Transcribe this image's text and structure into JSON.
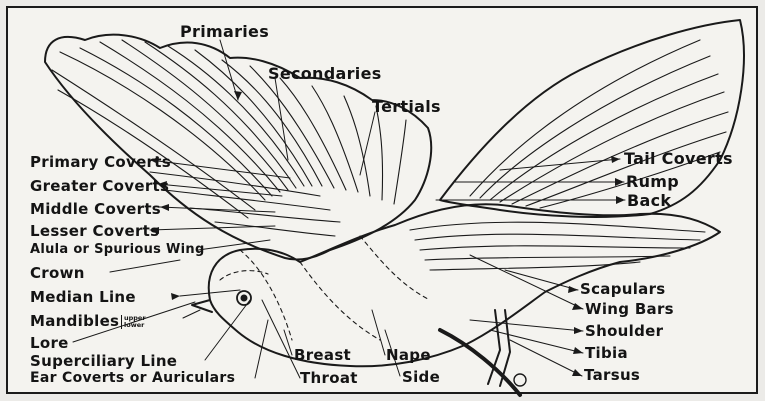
{
  "labels": {
    "primaries": "Primaries",
    "secondaries": "Secondaries",
    "tertials": "Tertials",
    "primary_coverts": "Primary Coverts",
    "greater_coverts": "Greater Coverts",
    "middle_coverts": "Middle Coverts",
    "lesser_coverts": "Lesser Coverts",
    "alula": "Alula or Spurious Wing",
    "crown": "Crown",
    "median_line": "Median Line",
    "mandibles": "Mandibles",
    "mandibles_upper": "upper",
    "mandibles_lower": "lower",
    "lore": "Lore",
    "superciliary_line": "Superciliary Line",
    "ear_coverts": "Ear Coverts or Auriculars",
    "breast": "Breast",
    "throat": "Throat",
    "nape": "Nape",
    "side": "Side",
    "tail_coverts": "Tail Coverts",
    "rump": "Rump",
    "back": "Back",
    "scapulars": "Scapulars",
    "wing_bars": "Wing Bars",
    "shoulder": "Shoulder",
    "tibia": "Tibia",
    "tarsus": "Tarsus"
  },
  "colors": {
    "ink": "#141414",
    "paper": "#f4f3ef"
  }
}
